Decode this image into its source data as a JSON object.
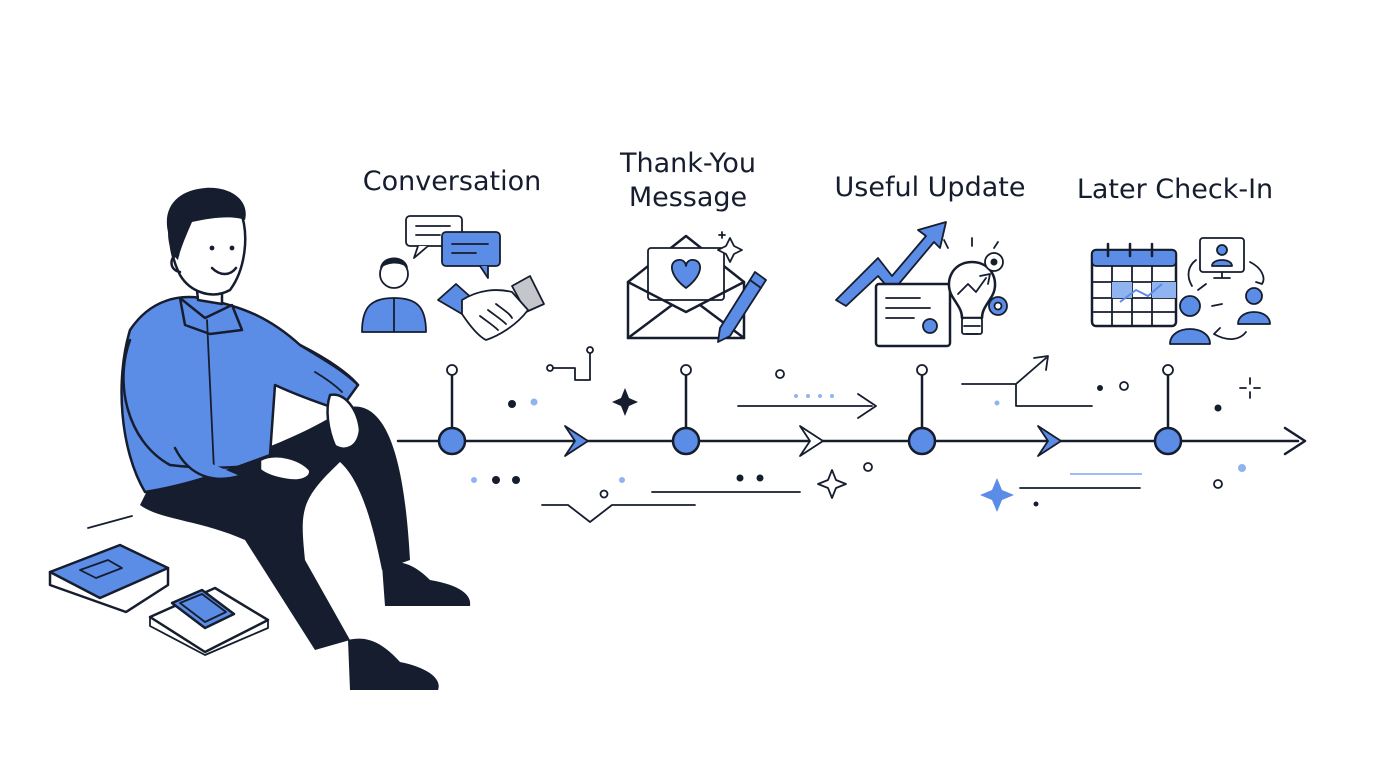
{
  "stages": [
    {
      "id": "conversation",
      "label_lines": [
        "Conversation"
      ],
      "icon": "chat-handshake-icon"
    },
    {
      "id": "thank-you",
      "label_lines": [
        "Thank-You",
        "Message"
      ],
      "icon": "envelope-heart-icon"
    },
    {
      "id": "useful-update",
      "label_lines": [
        "Useful Update"
      ],
      "icon": "growth-lightbulb-icon"
    },
    {
      "id": "later-check-in",
      "label_lines": [
        "Later Check-In"
      ],
      "icon": "calendar-people-icon"
    }
  ],
  "colors": {
    "accent": "#5b8de6",
    "ink": "#161d2e",
    "light_accent": "#8fb4f0",
    "background": "#ffffff"
  },
  "illustration": {
    "person": "seated-man-illustration",
    "props": [
      "book-icon",
      "smartphone-icon",
      "notebook-icon"
    ]
  }
}
